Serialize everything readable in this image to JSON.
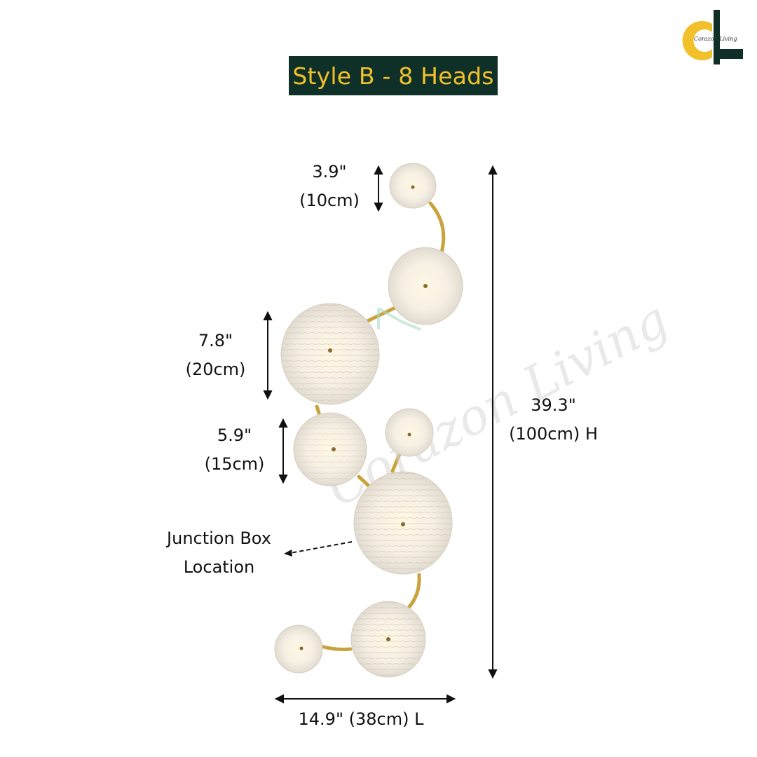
{
  "title": "Style B - 8 Heads",
  "logo": {
    "watermark_text": "Corazon Living",
    "colors": {
      "yellow": "#f2c02a",
      "dark": "#0f3028"
    }
  },
  "dimensions": {
    "head_small": {
      "inch": "3.9\"",
      "cm": "(10cm)"
    },
    "head_large": {
      "inch": "7.8\"",
      "cm": "(20cm)"
    },
    "head_medium": {
      "inch": "5.9\"",
      "cm": "(15cm)"
    },
    "height": {
      "inch": "39.3\"",
      "cm": "(100cm) H"
    },
    "length": "14.9\" (38cm) L"
  },
  "junction_box": {
    "line1": "Junction Box",
    "line2": "Location"
  },
  "colors": {
    "title_bg": "#0f3028",
    "title_text": "#f2c02a",
    "gold_arm": "#c9a23c",
    "shade": "#f3efe7"
  }
}
